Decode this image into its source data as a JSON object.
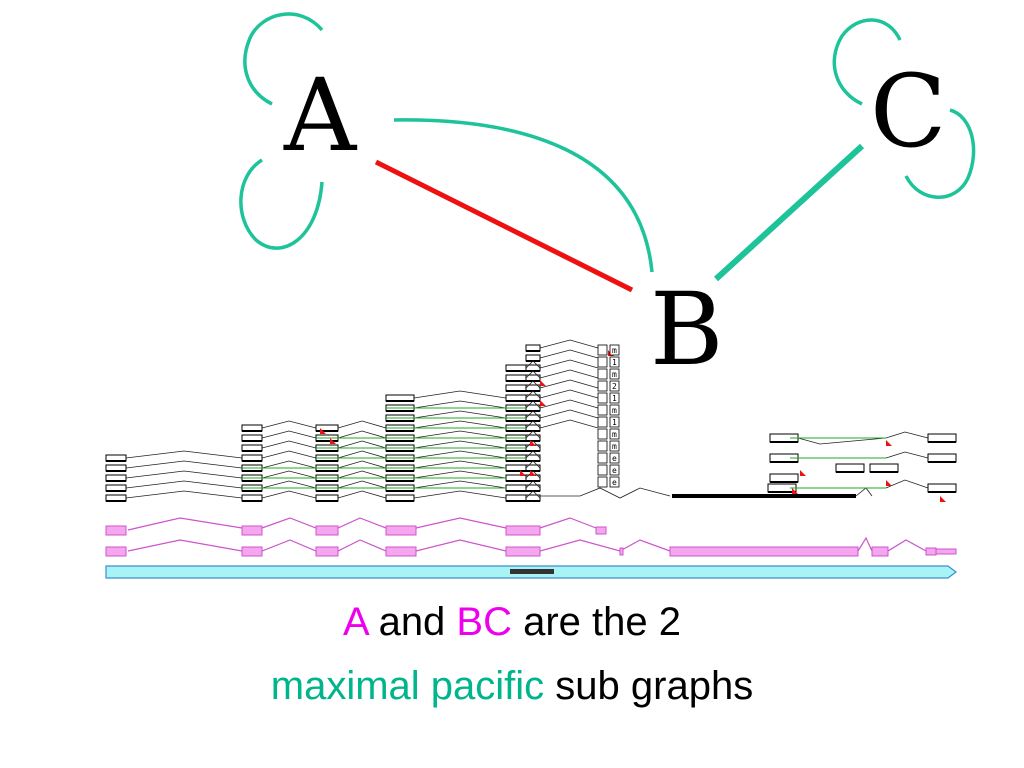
{
  "colors": {
    "intra_loop": "#1ec39a",
    "bc_edge": "#1ec39a",
    "ab_edge": "#ee1111",
    "ab_arc": "#1ec39a",
    "highlight_magenta": "#ee00ee",
    "highlight_green": "#00b58c",
    "transcript_pink": "#f5a6ef",
    "transcript_pink_stroke": "#cc55cc",
    "genome_bar": "#a8f4f4",
    "genome_bar_stroke": "#3a8fd0",
    "track_green": "#22aa22",
    "marker_red": "#ee1111"
  },
  "nodes": {
    "a": {
      "label": "A"
    },
    "b": {
      "label": "B"
    },
    "c": {
      "label": "C"
    }
  },
  "genome": {
    "small_tags": [
      "m",
      "1",
      "m",
      "2",
      "1",
      "m",
      "1",
      "m",
      "m",
      "e",
      "e",
      "e"
    ]
  },
  "caption": {
    "line1": {
      "a": "A",
      "and": " and ",
      "bc": "BC",
      "rest": " are the 2"
    },
    "line2": {
      "mp": "maximal pacific",
      "rest": " sub graphs"
    }
  }
}
